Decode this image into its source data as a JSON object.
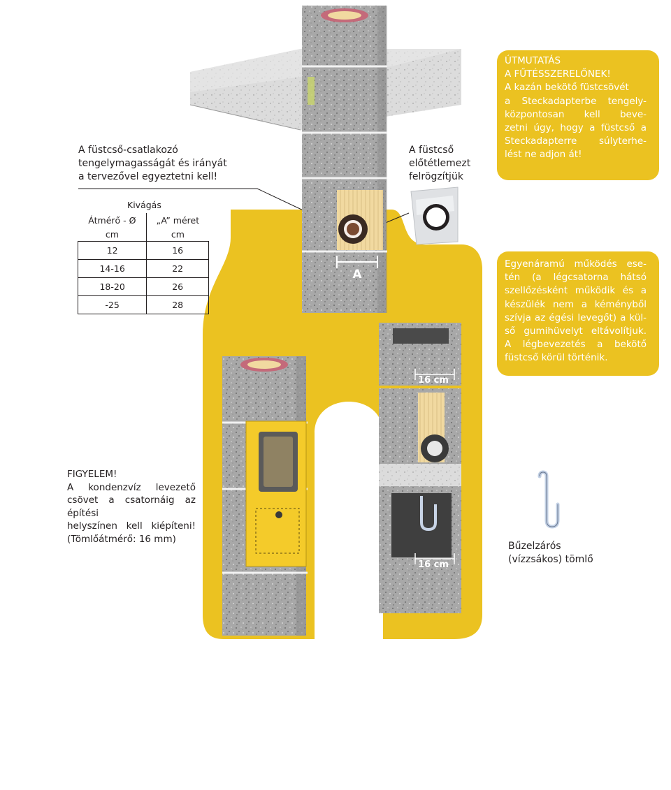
{
  "colors": {
    "accent_yellow": "#ebc221",
    "block_gray": "#a9a9a9",
    "liner_beige": "#f1d9a0",
    "text": "#231f20"
  },
  "captions": {
    "flue_axis": [
      "A füstcső-csatlakozó",
      "tengelymagasságát és irányát",
      "a tervezővel egyeztetni kell!"
    ],
    "flue_plate": [
      "A füstcső",
      "előtétlemezt",
      "felrögzítjük"
    ],
    "siphon_hose": [
      "Bűzelzárós",
      "(vízzsákos) tömlő"
    ]
  },
  "cutout_table": {
    "title": "Kivágás",
    "col1_header": [
      "Átmérő - Ø",
      "cm"
    ],
    "col2_header": [
      "„A” méret",
      "cm"
    ],
    "rows": [
      [
        "12",
        "16"
      ],
      [
        "14-16",
        "22"
      ],
      [
        "18-20",
        "26"
      ],
      [
        "-25",
        "28"
      ]
    ]
  },
  "instruction_box": {
    "lines": [
      "ÚTMUTATÁS",
      "A FŰTÉSSZERELŐNEK!",
      "A kazán bekötő füstcsövét",
      "a Steckadapterbe tengely-",
      "központosan kell beve-",
      "zetni úgy, hogy a füstcső a",
      "Steckadapterre súlyterhe-",
      "lést ne adjon át!"
    ]
  },
  "balanced_flue_box": {
    "lines": [
      "Egyenáramú működés ese-",
      "tén (a légcsatorna hátsó",
      "szellőzésként működik és a",
      "készülék nem a kéményből",
      "szívja az égési levegőt) a kül-",
      "ső gumihüvelyt eltávolítjuk.",
      "A légbevezetés a bekötő",
      "füstcső körül történik."
    ]
  },
  "warning_box": {
    "lines": [
      "FIGYELEM!",
      "A kondenzvíz levezető",
      "csövet a csatornáig az építési",
      "helyszínen kell kiépíteni!",
      "(Tömlőátmérő: 16 mm)"
    ]
  },
  "dimension_labels": {
    "a": "A",
    "gap_top": "16 cm",
    "gap_bottom": "16 cm"
  }
}
